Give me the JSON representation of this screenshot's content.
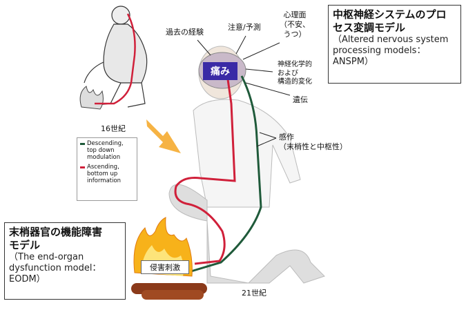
{
  "ansp": {
    "title_line1": "中枢神経システムのプロ",
    "title_line2": "セス変調モデル",
    "en_line1": "（Altered nervous system",
    "en_line2": "processing models：",
    "en_line3": "ANSPM）"
  },
  "eodm": {
    "title_line1": "末梢器官の機能障害",
    "title_line2": "モデル",
    "en_line1": "（The end-organ",
    "en_line2": "dysfunction model：",
    "en_line3": "EODM）"
  },
  "labels": {
    "century16": "16世紀",
    "century21": "21世紀",
    "past_experience": "過去の経験",
    "attention": "注意/予測",
    "psych_line1": "心理面",
    "psych_line2": "（不安、",
    "psych_line3": "うつ）",
    "neuro_line1": "神経化学的",
    "neuro_line2": "および",
    "neuro_line3": "構造的変化",
    "heredity": "遺伝",
    "sensit_line1": "感作",
    "sensit_line2": "（末梢性と中枢性）",
    "pain": "痛み",
    "stimulus": "侵害刺激"
  },
  "legend": {
    "descending_line1": "Descending,",
    "descending_line2": "top down",
    "descending_line3": "modulation",
    "ascending_line1": "Ascending,",
    "ascending_line2": "bottom up",
    "ascending_line3": "information"
  },
  "colors": {
    "descending": "#1f5a3a",
    "ascending": "#d0203a",
    "pain_box": "#3a2aa6",
    "arrow_orange": "#f5a623"
  }
}
